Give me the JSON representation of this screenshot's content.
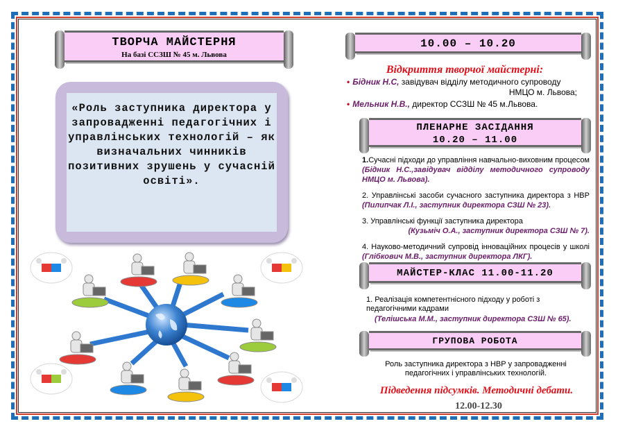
{
  "title_banner": {
    "title": "ТВОРЧА МАЙСТЕРНЯ",
    "subtitle": "На базі ССЗШ № 45 м. Львова"
  },
  "theme": {
    "text": "«Роль заступника директора у запровадженні педагогічних і управлінських технологій – як визначальних чинників позитивних зрушень у сучасній освіті»."
  },
  "opening": {
    "time": "10.00 – 10.20",
    "title": "Відкриття творчої майстерні:",
    "items": [
      {
        "name": "Бідник Н.С,",
        "role": " завідувач відділу методичного супроводу",
        "role2": "НМЦО м. Львова;"
      },
      {
        "name": "Мельник Н.В.,",
        "role": " директор ССЗШ № 45 м.Львова."
      }
    ]
  },
  "plenary": {
    "title": "ПЛЕНАРНЕ ЗАСІДАННЯ",
    "time": "10.20 – 11.00",
    "items": [
      {
        "num": "1.",
        "text": "Сучасні підходи до управління навчально-виховним процесом ",
        "speaker": "(Бідник Н.С.,завідувач відділу методичного супроводу НМЦО м. Львова)."
      },
      {
        "num": "2.",
        "text": " Управлінські засоби сучасного заступника директора з НВР ",
        "speaker": "(Пилипчак Л.І., заступник директора СЗШ № 23)."
      },
      {
        "num": "3.",
        "text": " Управлінські функції заступника директора",
        "speaker": "(Кузьміч О.А., заступник директора СЗШ № 7)."
      },
      {
        "num": "4.",
        "text": " Науково-методичний супровід інноваційних процесів у школі ",
        "speaker": "(Глібкович М.В., заступник директора ЛКГ)."
      }
    ]
  },
  "master_class": {
    "title": "МАЙСТЕР-КЛАС 11.00-11.20",
    "text": "1. Реалізація компетентнісного підходу у роботі з педагогічними кадрами",
    "speaker": "(Телішська М.М., заступник директора СЗШ № 65)."
  },
  "group_work": {
    "title": "ГРУПОВА РОБОТА",
    "text": "Роль заступника директора з НВР у запровадженні педагогічних і управлінських технологій."
  },
  "summary": {
    "text": "Підведення підсумків. Методичні дебати.",
    "time": "12.00-12.30"
  },
  "colors": {
    "banner": "#f9cdf6",
    "accent_red": "#e0101a",
    "speaker_purple": "#6b1f6a",
    "frame_blue": "#1e6fb8",
    "globe_blue": "#2a6fc0"
  },
  "illustration": {
    "icon": "network-people-globe-icon"
  }
}
